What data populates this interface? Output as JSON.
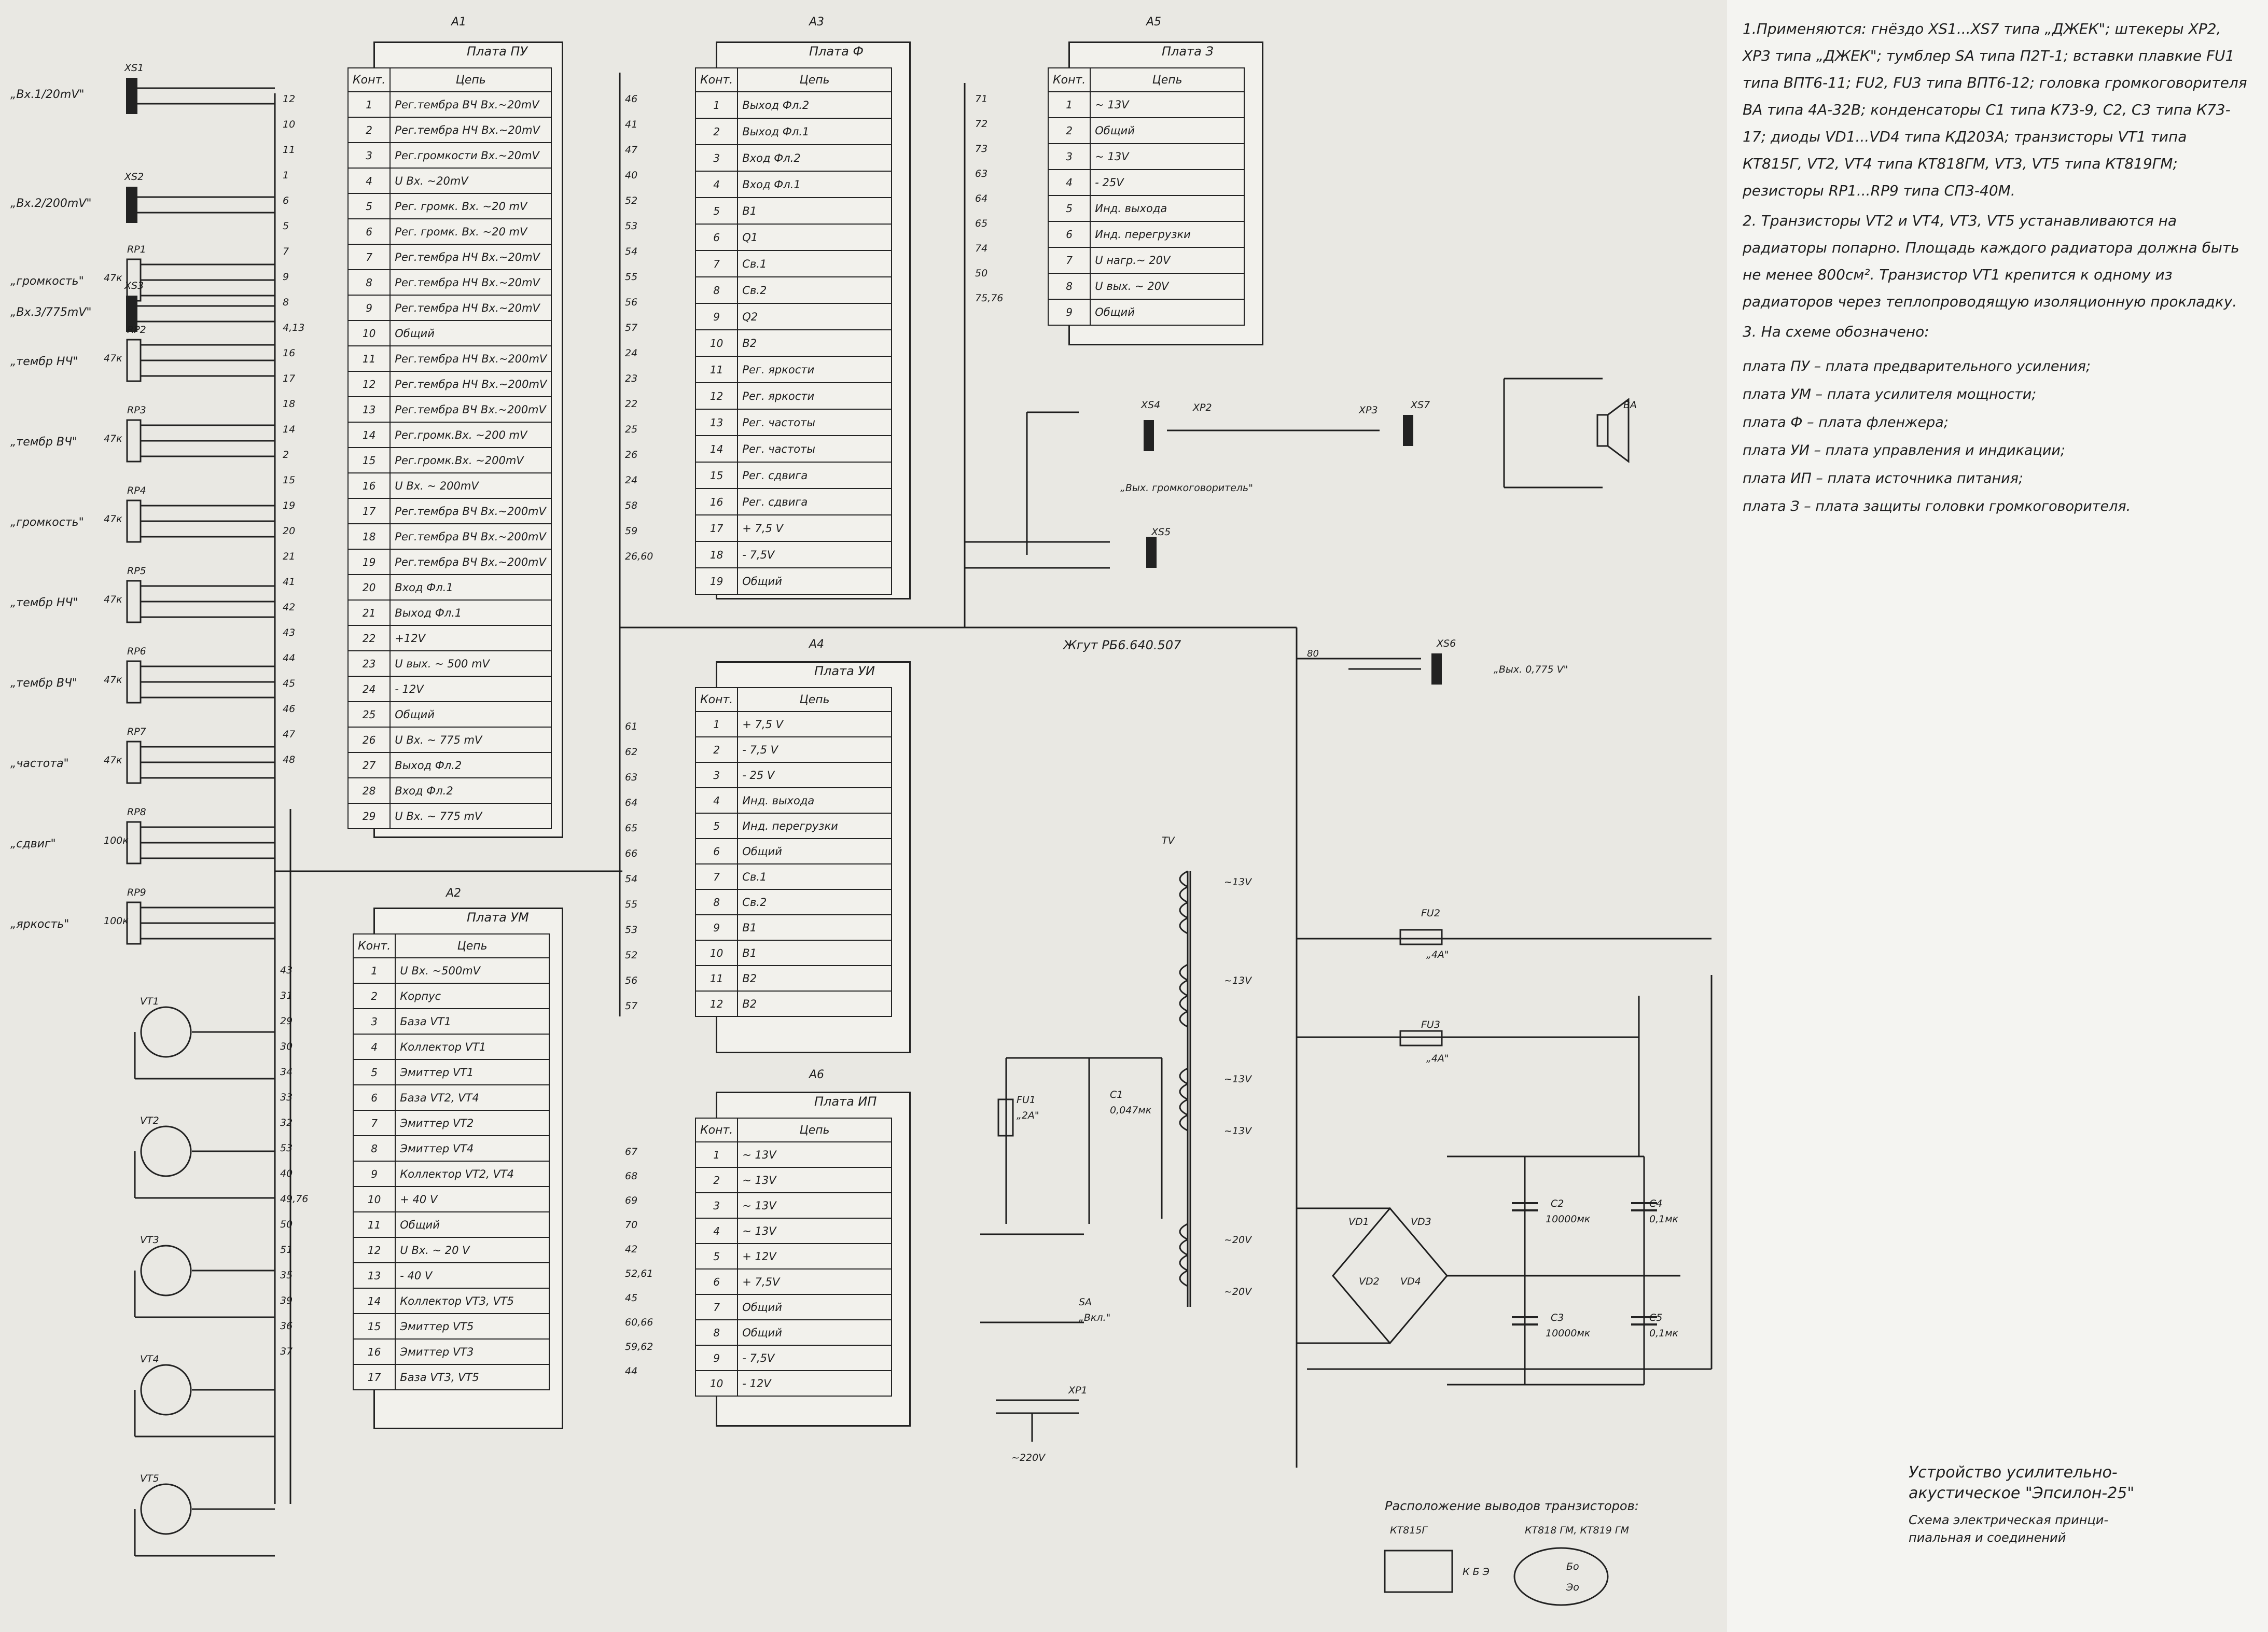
{
  "notes": {
    "n1": "1.Применяются: гнёздо XS1...XS7 типа „ДЖЕК\"; штекеры XP2, XP3 типа „ДЖЕК\"; тумблер SA типа П2Т-1; вставки плавкие FU1 типа ВПТ6-11; FU2, FU3 типа ВПТ6-12; головка громкоговорителя ВА типа 4А-32В; конденсаторы С1 типа К73-9, С2, С3 типа К73-17; диоды VD1...VD4 типа КД203А; транзисторы VT1 типа КТ815Г, VT2, VT4 типа КТ818ГМ, VT3, VT5 типа КТ819ГМ; резисторы RP1...RP9 типа СП3-40М.",
    "n2": "2. Транзисторы VT2 и VT4, VT3, VT5 устанавливаются на радиаторы попарно. Площадь каждого радиатора должна быть не менее 800см². Транзистор VT1 крепится к одному из радиаторов через теплопроводящую изоляционную прокладку.",
    "n3": "3. На схеме обозначено:",
    "legend": [
      "плата ПУ – плата предварительного усиления;",
      "плата УМ – плата усилителя мощности;",
      "плата Ф – плата фленжера;",
      "плата УИ – плата управления и индикации;",
      "плата ИП – плата источника питания;",
      "плата З – плата защиты головки громкоговорителя."
    ]
  },
  "title": {
    "line1": "Устройство усилительно-",
    "line2": "акустическое \"Эпсилон-25\"",
    "line3": "Схема электрическая принци-",
    "line4": "пиальная и соединений"
  },
  "transistor_note": {
    "caption": "Расположение выводов транзисторов:",
    "t1": "КТ815Г",
    "t2": "КТ818 ГМ, КТ819 ГМ",
    "pins_t1": "К Б Э",
    "pin_b": "Бo",
    "pin_e": "Эo"
  },
  "inputs": [
    {
      "id": "XS1",
      "label": "„Вх.1/20mV\""
    },
    {
      "id": "XS2",
      "label": "„Вх.2/200mV\""
    },
    {
      "id": "XS3",
      "label": "„Вх.3/775mV\""
    }
  ],
  "pots": [
    {
      "id": "RP1",
      "label": "„громкость\"",
      "val": "47к"
    },
    {
      "id": "RP2",
      "label": "„тембр НЧ\"",
      "val": "47к"
    },
    {
      "id": "RP3",
      "label": "„тембр ВЧ\"",
      "val": "47к"
    },
    {
      "id": "RP4",
      "label": "„громкость\"",
      "val": "47к"
    },
    {
      "id": "RP5",
      "label": "„тембр НЧ\"",
      "val": "47к"
    },
    {
      "id": "RP6",
      "label": "„тембр ВЧ\"",
      "val": "47к"
    },
    {
      "id": "RP7",
      "label": "„частота\"",
      "val": "47к"
    },
    {
      "id": "RP8",
      "label": "„сдвиг\"",
      "val": "100к"
    },
    {
      "id": "RP9",
      "label": "„яркость\"",
      "val": "100к"
    }
  ],
  "transistors": [
    "VT1",
    "VT2",
    "VT3",
    "VT4",
    "VT5"
  ],
  "blocks": {
    "A1": {
      "des": "A1",
      "title": "Плата ПУ",
      "h1": "Конт.",
      "h2": "Цепь",
      "rows": [
        [
          "1",
          "Рег.тембра ВЧ Вх.~20mV"
        ],
        [
          "2",
          "Рег.тембра НЧ Вх.~20mV"
        ],
        [
          "3",
          "Рег.громкости Вх.~20mV"
        ],
        [
          "4",
          "U Вх. ~20mV"
        ],
        [
          "5",
          "Рег. громк. Вх. ~20 mV"
        ],
        [
          "6",
          "Рег. громк. Вх. ~20 mV"
        ],
        [
          "7",
          "Рег.тембра НЧ Вх.~20mV"
        ],
        [
          "8",
          "Рег.тембра НЧ Вх.~20mV"
        ],
        [
          "9",
          "Рег.тембра НЧ Вх.~20mV"
        ],
        [
          "10",
          "Общий"
        ],
        [
          "11",
          "Рег.тембра НЧ Вх.~200mV"
        ],
        [
          "12",
          "Рег.тембра НЧ Вх.~200mV"
        ],
        [
          "13",
          "Рег.тембра ВЧ Вх.~200mV"
        ],
        [
          "14",
          "Рег.громк.Вх. ~200 mV"
        ],
        [
          "15",
          "Рег.громк.Вх. ~200mV"
        ],
        [
          "16",
          "U Вх. ~ 200mV"
        ],
        [
          "17",
          "Рег.тембра ВЧ Вх.~200mV"
        ],
        [
          "18",
          "Рег.тембра ВЧ Вх.~200mV"
        ],
        [
          "19",
          "Рег.тембра ВЧ Вх.~200mV"
        ],
        [
          "20",
          "Вход Фл.1"
        ],
        [
          "21",
          "Выход Фл.1"
        ],
        [
          "22",
          "+12V"
        ],
        [
          "23",
          "U вых. ~ 500 mV"
        ],
        [
          "24",
          "- 12V"
        ],
        [
          "25",
          "Общий"
        ],
        [
          "26",
          "U Вх. ~ 775 mV"
        ],
        [
          "27",
          "Выход Фл.2"
        ],
        [
          "28",
          "Вход Фл.2"
        ],
        [
          "29",
          "U Вх. ~ 775 mV"
        ]
      ]
    },
    "A2": {
      "des": "A2",
      "title": "Плата УМ",
      "h1": "Конт.",
      "h2": "Цепь",
      "rows": [
        [
          "1",
          "U Вх. ~500mV"
        ],
        [
          "2",
          "Корпус"
        ],
        [
          "3",
          "База VT1"
        ],
        [
          "4",
          "Коллектор VT1"
        ],
        [
          "5",
          "Эмиттер VT1"
        ],
        [
          "6",
          "База VT2, VT4"
        ],
        [
          "7",
          "Эмиттер VT2"
        ],
        [
          "8",
          "Эмиттер VT4"
        ],
        [
          "9",
          "Коллектор VT2, VT4"
        ],
        [
          "10",
          "+ 40 V"
        ],
        [
          "11",
          "Общий"
        ],
        [
          "12",
          "U Вх. ~ 20 V"
        ],
        [
          "13",
          "- 40 V"
        ],
        [
          "14",
          "Коллектор VT3, VT5"
        ],
        [
          "15",
          "Эмиттер VT5"
        ],
        [
          "16",
          "Эмиттер VT3"
        ],
        [
          "17",
          "База VT3, VT5"
        ]
      ]
    },
    "A3": {
      "des": "A3",
      "title": "Плата Ф",
      "h1": "Конт.",
      "h2": "Цепь",
      "rows": [
        [
          "1",
          "Выход Фл.2"
        ],
        [
          "2",
          "Выход Фл.1"
        ],
        [
          "3",
          "Вход Фл.2"
        ],
        [
          "4",
          "Вход Фл.1"
        ],
        [
          "5",
          "В1"
        ],
        [
          "6",
          "Q1"
        ],
        [
          "7",
          "Св.1"
        ],
        [
          "8",
          "Св.2"
        ],
        [
          "9",
          "Q2"
        ],
        [
          "10",
          "В2"
        ],
        [
          "11",
          "Рег. яркости"
        ],
        [
          "12",
          "Рег. яркости"
        ],
        [
          "13",
          "Рег. частоты"
        ],
        [
          "14",
          "Рег. частоты"
        ],
        [
          "15",
          "Рег. сдвига"
        ],
        [
          "16",
          "Рег. сдвига"
        ],
        [
          "17",
          "+ 7,5 V"
        ],
        [
          "18",
          "- 7,5V"
        ],
        [
          "19",
          "Общий"
        ]
      ]
    },
    "A4": {
      "des": "A4",
      "title": "Плата УИ",
      "h1": "Конт.",
      "h2": "Цепь",
      "rows": [
        [
          "1",
          "+ 7,5 V"
        ],
        [
          "2",
          "- 7,5 V"
        ],
        [
          "3",
          "- 25 V"
        ],
        [
          "4",
          "Инд. выхода"
        ],
        [
          "5",
          "Инд. перегрузки"
        ],
        [
          "6",
          "Общий"
        ],
        [
          "7",
          "Св.1"
        ],
        [
          "8",
          "Св.2"
        ],
        [
          "9",
          "В1"
        ],
        [
          "10",
          "В1"
        ],
        [
          "11",
          "В2"
        ],
        [
          "12",
          "В2"
        ]
      ]
    },
    "A5": {
      "des": "A5",
      "title": "Плата З",
      "h1": "Конт.",
      "h2": "Цепь",
      "rows": [
        [
          "1",
          "~ 13V"
        ],
        [
          "2",
          "Общий"
        ],
        [
          "3",
          "~ 13V"
        ],
        [
          "4",
          "- 25V"
        ],
        [
          "5",
          "Инд. выхода"
        ],
        [
          "6",
          "Инд. перегрузки"
        ],
        [
          "7",
          "U нагр.~ 20V"
        ],
        [
          "8",
          "U вых. ~ 20V"
        ],
        [
          "9",
          "Общий"
        ]
      ]
    },
    "A6": {
      "des": "A6",
      "title": "Плата ИП",
      "h1": "Конт.",
      "h2": "Цепь",
      "rows": [
        [
          "1",
          "~ 13V"
        ],
        [
          "2",
          "~ 13V"
        ],
        [
          "3",
          "~ 13V"
        ],
        [
          "4",
          "~ 13V"
        ],
        [
          "5",
          "+ 12V"
        ],
        [
          "6",
          "+ 7,5V"
        ],
        [
          "7",
          "Общий"
        ],
        [
          "8",
          "Общий"
        ],
        [
          "9",
          "- 7,5V"
        ],
        [
          "10",
          "- 12V"
        ]
      ]
    }
  },
  "wires": {
    "a1": [
      "12",
      "10",
      "11",
      "1",
      "6",
      "5",
      "7",
      "9",
      "8",
      "4,13",
      "16",
      "17",
      "18",
      "14",
      "2",
      "15",
      "19",
      "20",
      "21",
      "41",
      "42",
      "43",
      "44",
      "45",
      "46",
      "47",
      "48"
    ],
    "a2": [
      "43",
      "31",
      "29",
      "30",
      "34",
      "33",
      "32",
      "53",
      "40",
      "49,76",
      "50",
      "51",
      "35",
      "39",
      "36",
      "37"
    ],
    "a3": [
      "46",
      "41",
      "47",
      "40",
      "52",
      "53",
      "54",
      "55",
      "56",
      "57",
      "24",
      "23",
      "22",
      "25",
      "26",
      "24",
      "58",
      "59",
      "26,60"
    ],
    "a4": [
      "61",
      "62",
      "63",
      "64",
      "65",
      "66",
      "54",
      "55",
      "53",
      "52",
      "56",
      "57"
    ],
    "a5": [
      "71",
      "72",
      "73",
      "63",
      "64",
      "65",
      "74",
      "50",
      "75,76"
    ],
    "a6": [
      "67",
      "68",
      "69",
      "70",
      "42",
      "52,61",
      "45",
      "60,66",
      "59,62",
      "44"
    ]
  },
  "harness": "Жгут РБ6.640.507",
  "speaker": {
    "out_label": "„Вых. громкоговоритель\"",
    "xs4": "XS4",
    "xp2": "XP2",
    "xp3": "XP3",
    "xs7": "XS7",
    "ba": "BA",
    "xs5": "XS5"
  },
  "line_out": {
    "xs6": "XS6",
    "label": "„Вых. 0,775 V\"",
    "wire": "80"
  },
  "power": {
    "fu1": "FU1",
    "fu1_val": "„2А\"",
    "c1": "С1",
    "c1_val": "0,047мк",
    "sa": "SA",
    "sa_label": "„Вкл.\"",
    "xp1": "XP1",
    "mains": "~220V",
    "tv": "TV",
    "fu2": "FU2",
    "fu2_val": "„4А\"",
    "fu3": "FU3",
    "fu3_val": "„4А\"",
    "c2": "С2",
    "c2_val": "10000мк",
    "c3": "С3",
    "c3_val": "10000мк",
    "c4": "С4",
    "c4_val": "0,1мк",
    "c5": "С5",
    "c5_val": "0,1мк",
    "vd1": "VD1",
    "vd2": "VD2",
    "vd3": "VD3",
    "vd4": "VD4",
    "w13": "~13V",
    "w20": "~20V"
  }
}
